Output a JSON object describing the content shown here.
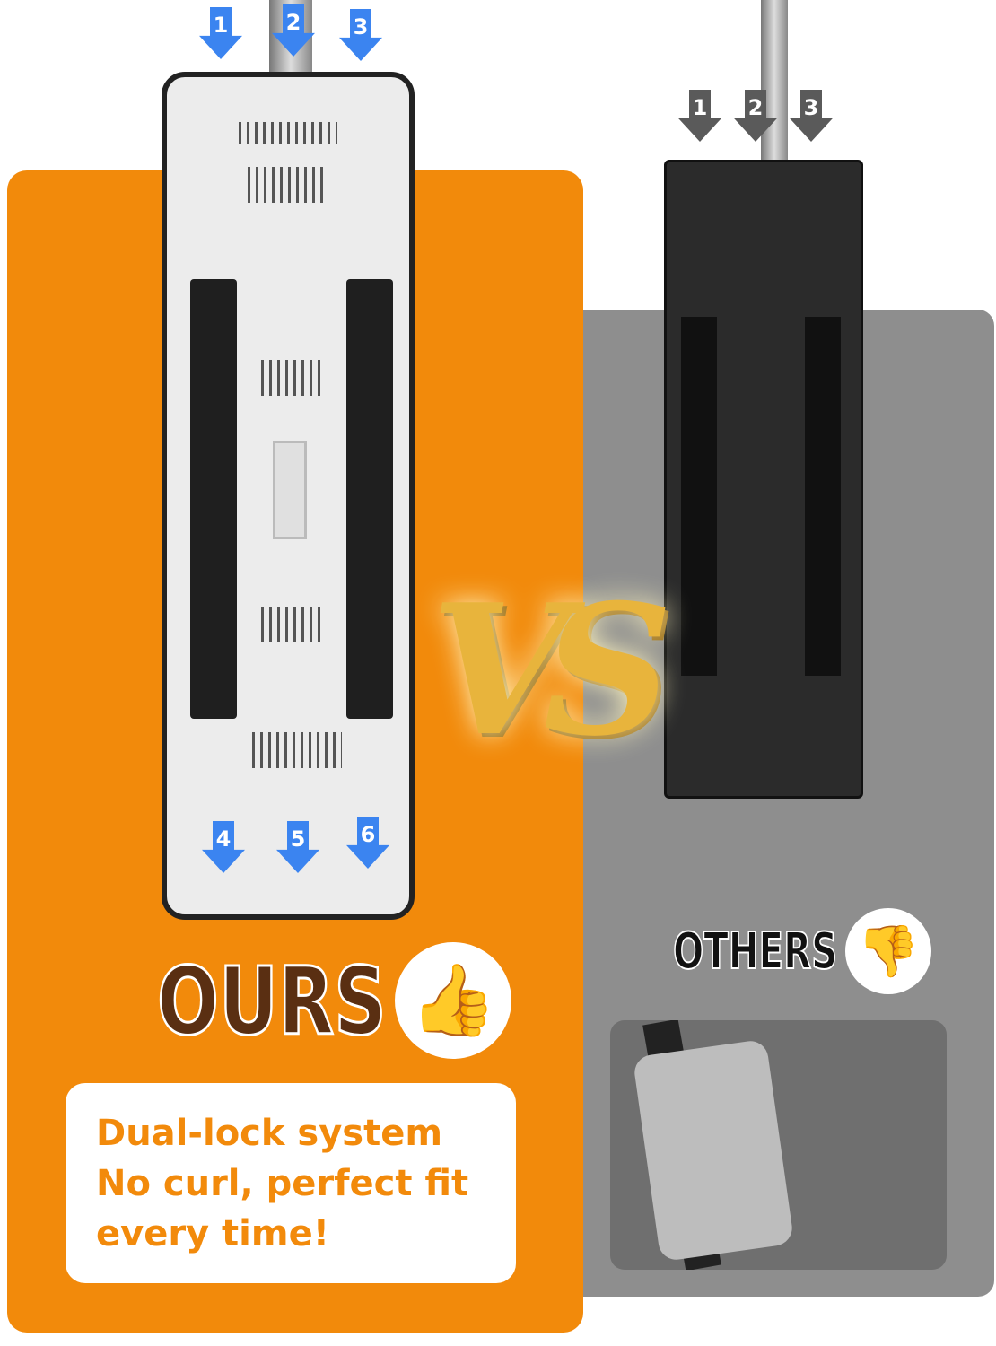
{
  "arrows_ours": [
    "1",
    "2",
    "3",
    "4",
    "5",
    "6"
  ],
  "arrows_others": [
    "1",
    "2",
    "3"
  ],
  "vs_label": "VS",
  "ours_label": "OURS",
  "others_label": "OTHERS",
  "thumbs_up_icon": "👍",
  "thumbs_down_icon": "👎",
  "card": {
    "line1": "Dual-lock system",
    "line2": "No curl, perfect fit",
    "line3": "every time!"
  },
  "colors": {
    "orange": "#f28a0b",
    "gray": "#8e8e8e",
    "brown": "#5a2f12",
    "arrow_blue": "#3b84f0"
  }
}
